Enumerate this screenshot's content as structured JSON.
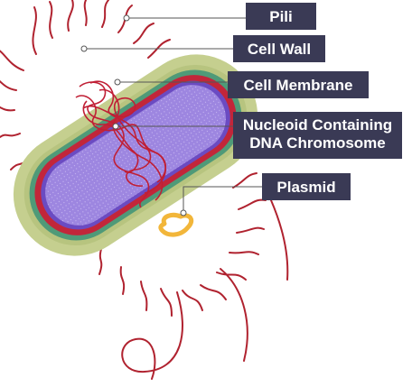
{
  "labels": {
    "pili": "Pili",
    "cell_wall": "Cell Wall",
    "cell_membrane": "Cell Membrane",
    "nucleoid_line1": "Nucleoid Containing",
    "nucleoid_line2": "DNA Chromosome",
    "plasmid": "Plasmid"
  },
  "colors": {
    "capsule": "#c5cf8f",
    "cell_wall_green": "#4f9a78",
    "cell_wall_red": "#c2263a",
    "membrane": "#6b4bc2",
    "cytoplasm": "#9d86e0",
    "pili": "#b0222f",
    "plasmid": "#f2b63a",
    "label_bg": "#3a3a55"
  }
}
